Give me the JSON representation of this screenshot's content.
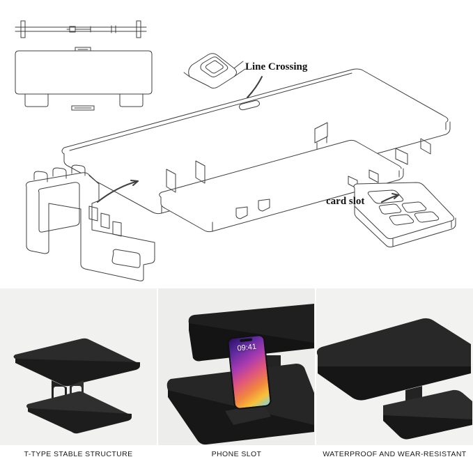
{
  "diagram": {
    "annotations": [
      {
        "id": "line-crossing",
        "text": "Line Crossing"
      },
      {
        "id": "card-slot",
        "text": "card slot"
      }
    ],
    "parts": [
      {
        "name": "top-view-outline",
        "label": ""
      },
      {
        "name": "side-view-outline",
        "label": ""
      },
      {
        "name": "line-crossing-detail",
        "label": ""
      },
      {
        "name": "upper-shelf-board",
        "label": ""
      },
      {
        "name": "lower-shelf-board",
        "label": ""
      },
      {
        "name": "t-type-bracket",
        "label": ""
      },
      {
        "name": "card-slot-tray",
        "label": ""
      }
    ],
    "line_color": "#3c3c3c",
    "fill_color": "#ffffff"
  },
  "photos": [
    {
      "id": "t-type-stable-structure",
      "caption": "T-TYPE STABLE STRUCTURE",
      "bg": "#f1f1ef",
      "product_color": "#2b2b2b"
    },
    {
      "id": "phone-slot",
      "caption": "PHONE SLOT",
      "bg": "#ededeb",
      "product_color": "#232323",
      "phone": {
        "time": "09:41"
      }
    },
    {
      "id": "waterproof-and-wear-resistant",
      "caption": "WATERPROOF AND WEAR-RESISTANT",
      "bg": "#f2f2f0",
      "product_color": "#272727"
    }
  ]
}
